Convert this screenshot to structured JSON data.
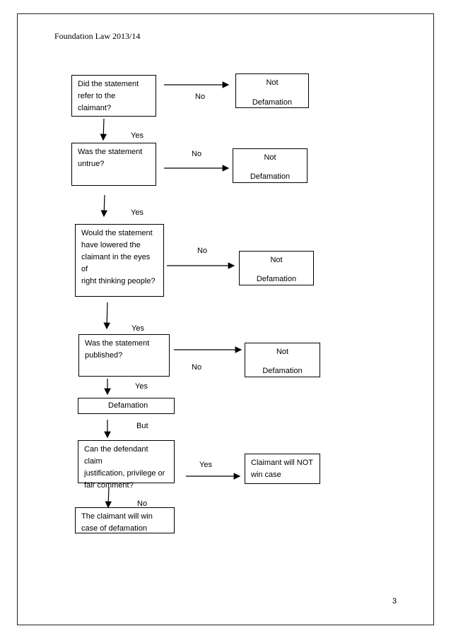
{
  "header": {
    "title": "Foundation Law 2013/14"
  },
  "page_number": "3",
  "flow": {
    "q1": {
      "text": "Did the statement\nrefer to the\nclaimant?"
    },
    "q2": {
      "text": "Was the statement\nuntrue?"
    },
    "q3": {
      "text": "Would the statement\nhave lowered the\nclaimant in the eyes of\nright thinking people?"
    },
    "q4": {
      "text": "Was the statement\npublished?"
    },
    "defamation": {
      "text": "Defamation"
    },
    "q5": {
      "text": "Can the defendant claim\njustification, privilege or\nfair comment?"
    },
    "outcome_win": {
      "text": "The claimant will win\ncase of defamation"
    },
    "outcome_lose": {
      "text": "Claimant will NOT\nwin case"
    },
    "not_defamation": {
      "line1": "Not",
      "line2": "Defamation"
    },
    "labels": {
      "yes": "Yes",
      "no": "No",
      "but": "But"
    }
  }
}
